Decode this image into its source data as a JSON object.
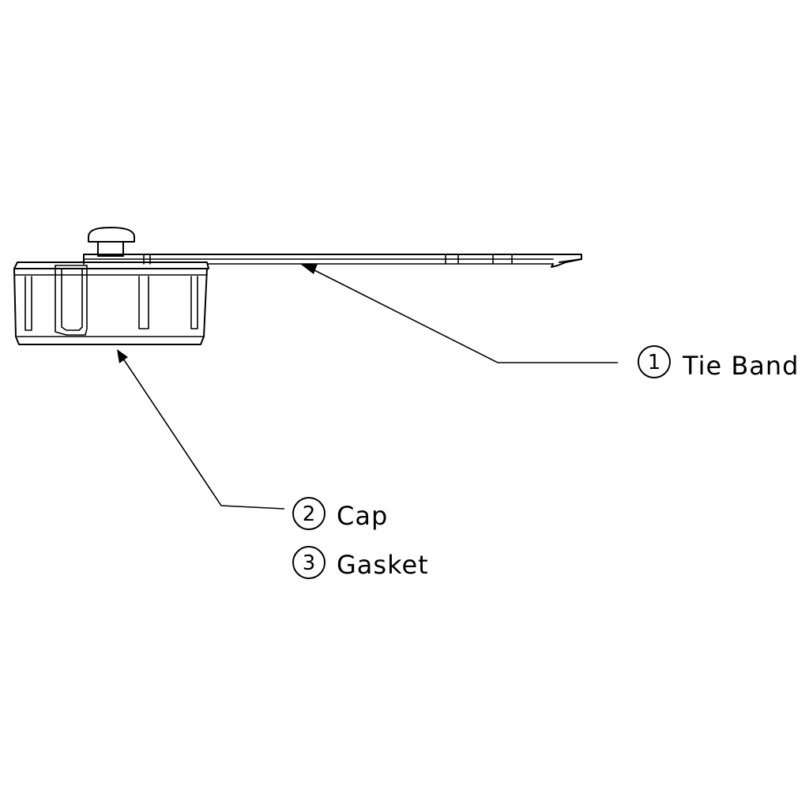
{
  "callouts": [
    {
      "number": "1",
      "label": "Tie Band"
    },
    {
      "number": "2",
      "label": "Cap"
    },
    {
      "number": "3",
      "label": "Gasket"
    }
  ],
  "colors": {
    "line": "#000000",
    "background": "#ffffff"
  }
}
